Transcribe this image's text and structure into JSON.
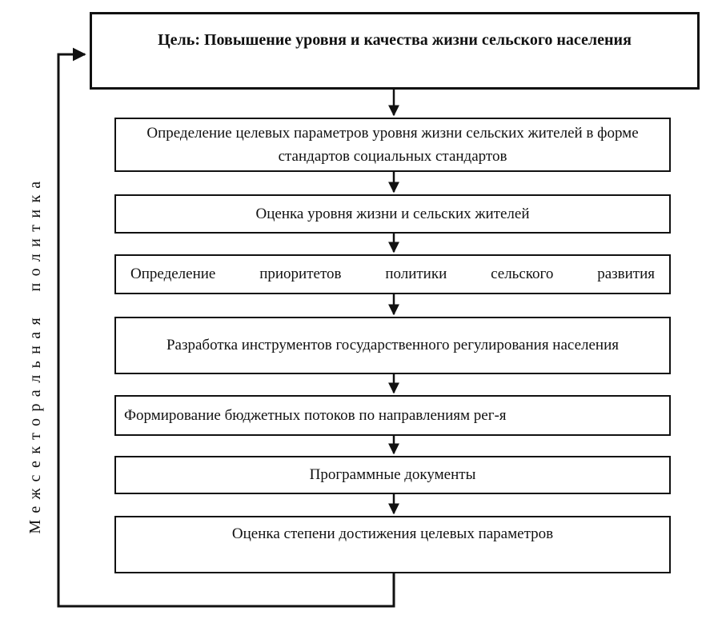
{
  "diagram": {
    "goal": "Цель: Повышение уровня и качества жизни сельского населения",
    "side_label": "Межсекторальная политика",
    "steps": [
      "Определение целевых параметров уровня жизни сельских жителей в форме стандартов социальных стандартов",
      "Оценка уровня жизни и сельских жителей",
      "Определение приоритетов политики сельского развития",
      "Разработка инструментов государственного регулирования населения",
      "Формирование бюджетных потоков по направлениям рег-я",
      "Программные документы",
      "Оценка степени достижения целевых параметров"
    ]
  }
}
